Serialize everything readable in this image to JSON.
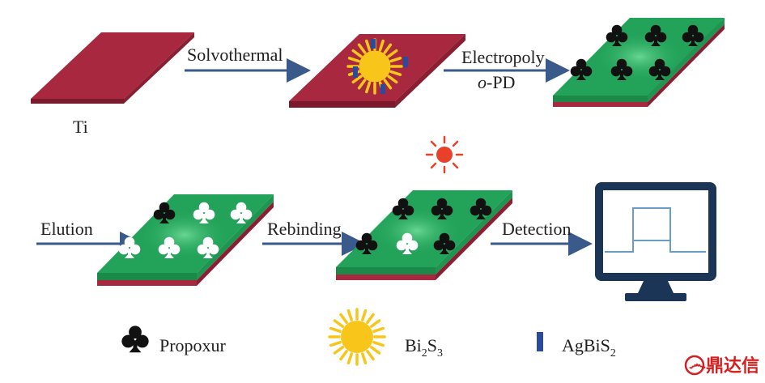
{
  "labels": {
    "ti": "Ti",
    "solvothermal": "Solvothermal",
    "electropoly_line1": "Electropoly",
    "electropoly_line2_italic": "o",
    "electropoly_line2_rest": "-PD",
    "elution": "Elution",
    "rebinding": "Rebinding",
    "detection": "Detection"
  },
  "legend": {
    "propoxur": "Propoxur",
    "bi2s3_base1": "Bi",
    "bi2s3_sub1": "2",
    "bi2s3_base2": "S",
    "bi2s3_sub2": "3",
    "agbis2_base": "AgBiS",
    "agbis2_sub": "2"
  },
  "watermark": {
    "logo_glyph": "෴",
    "text": "鼎达信"
  },
  "colors": {
    "ti_top": "#a8283f",
    "ti_side": "#7a1a2c",
    "film_green": "#23a35a",
    "film_green_light": "#4cc97c",
    "film_side": "#1b8a49",
    "arrow": "#3a5a8c",
    "sun": "#f8c51a",
    "agbis2": "#2a4b9c",
    "club_black": "#111111",
    "club_white": "#ffffff",
    "light_red": "#e8402a",
    "monitor": "#1a3556",
    "signal": "#6a9cc9",
    "watermark": "#d42020"
  },
  "icons": [
    "club-icon",
    "sun-icon",
    "light-icon",
    "monitor-icon",
    "arrow-icon"
  ]
}
